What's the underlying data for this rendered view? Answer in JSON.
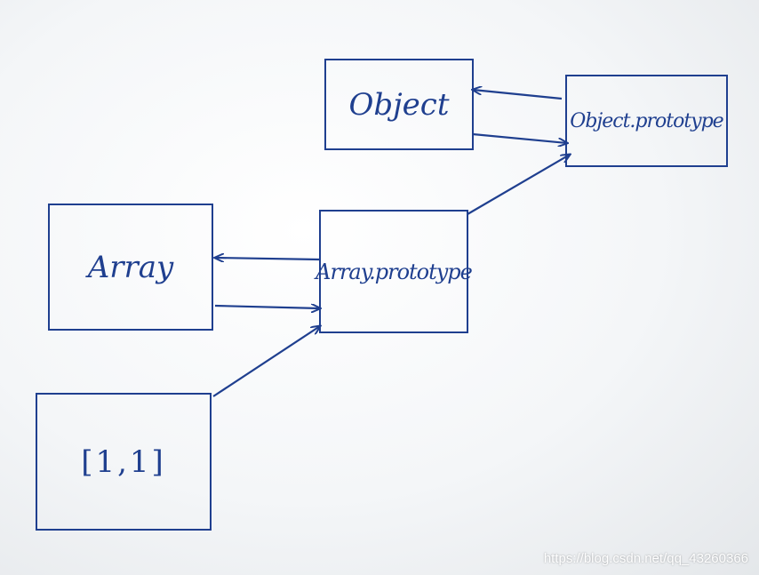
{
  "diagram": {
    "nodes": {
      "object": {
        "label": "Object"
      },
      "object_prototype": {
        "label": "Object.prototype"
      },
      "array": {
        "label": "Array"
      },
      "array_prototype": {
        "label": "Array.prototype"
      },
      "instance": {
        "label": "[1,1]"
      }
    },
    "edges": [
      {
        "from": "object_prototype",
        "to": "object"
      },
      {
        "from": "object",
        "to": "object_prototype"
      },
      {
        "from": "array_prototype",
        "to": "array"
      },
      {
        "from": "array",
        "to": "array_prototype"
      },
      {
        "from": "array_prototype",
        "to": "object_prototype"
      },
      {
        "from": "instance",
        "to": "array_prototype"
      }
    ],
    "ink_color": "#1f3f8f"
  },
  "watermark": {
    "text": "https://blog.csdn.net/qq_43260366"
  }
}
